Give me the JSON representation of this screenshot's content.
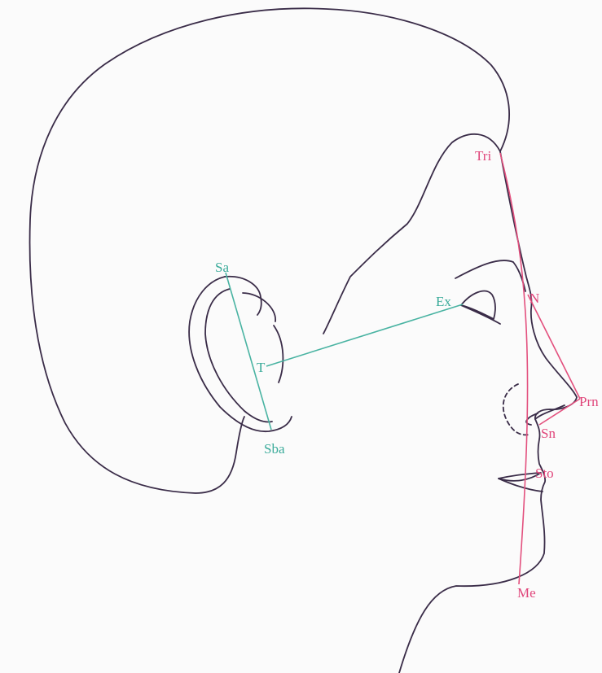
{
  "colors": {
    "background": "#fbfbfb",
    "outline": "#3a2c48",
    "ear_landmarks": "#3aab9a",
    "face_landmarks": "#e0457a"
  },
  "landmarks": {
    "sa": "Sa",
    "t": "T",
    "sba": "Sba",
    "ex": "Ex",
    "tri": "Tri",
    "n": "N",
    "prn": "Prn",
    "sn": "Sn",
    "sto": "Sto",
    "me": "Me"
  }
}
